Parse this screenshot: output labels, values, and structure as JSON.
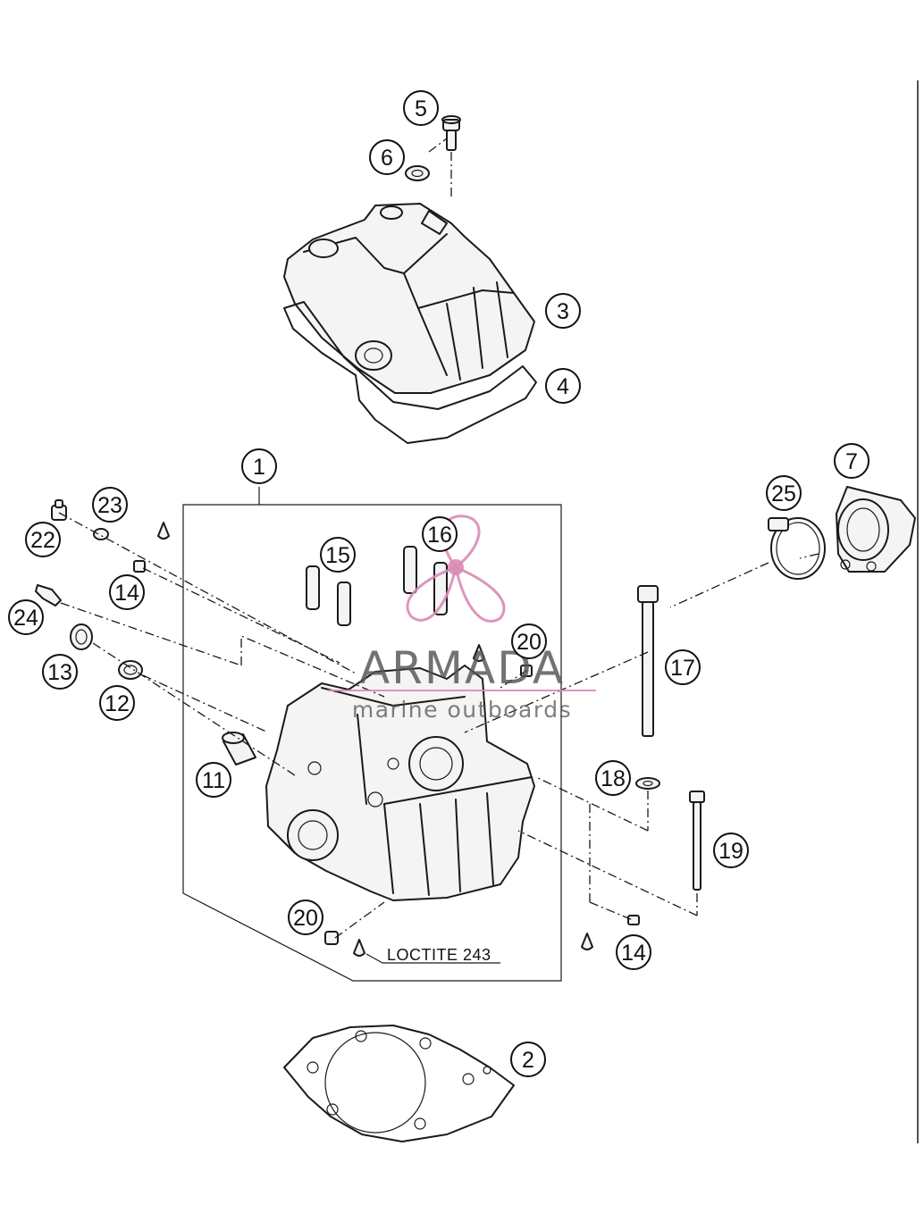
{
  "watermark": {
    "brand": "ARMADA",
    "tagline": "marine outboards",
    "color": "#d98bb6"
  },
  "note": {
    "loctite": "LOCTITE 243"
  },
  "callouts": {
    "c1": "1",
    "c2": "2",
    "c3": "3",
    "c4": "4",
    "c5": "5",
    "c6": "6",
    "c7": "7",
    "c11": "11",
    "c12": "12",
    "c13": "13",
    "c14a": "14",
    "c14b": "14",
    "c15": "15",
    "c16": "16",
    "c17": "17",
    "c18": "18",
    "c19": "19",
    "c20a": "20",
    "c20b": "20",
    "c22": "22",
    "c23": "23",
    "c24": "24",
    "c25": "25"
  }
}
